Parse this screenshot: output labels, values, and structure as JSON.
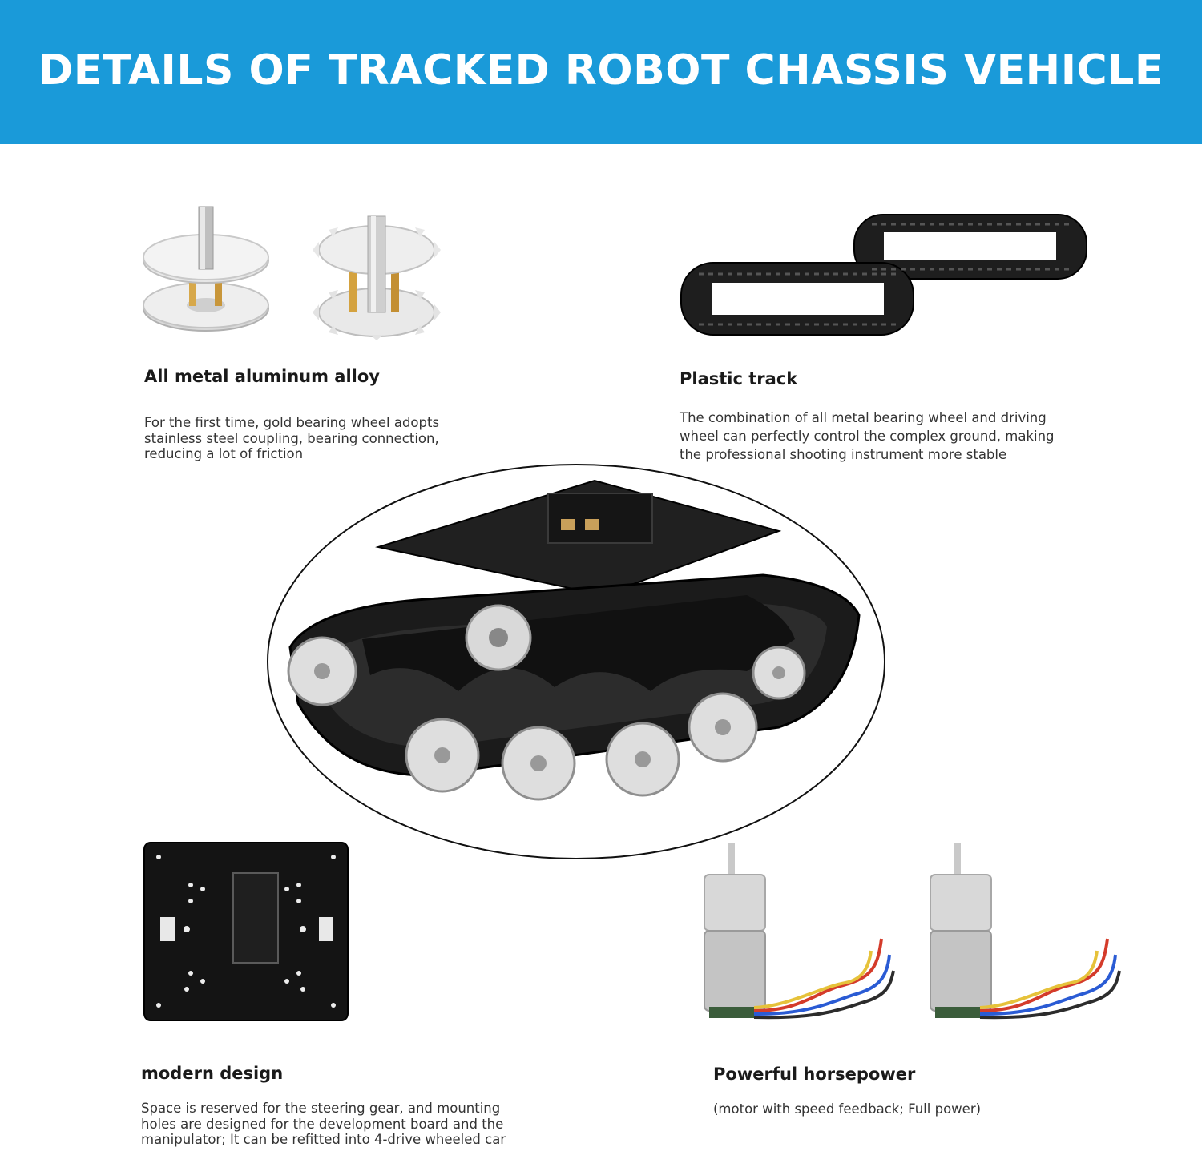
{
  "header": {
    "title": "DETAILS OF TRACKED ROBOT CHASSIS VEHICLE",
    "background": "#1a9ad9"
  },
  "features": [
    {
      "title": "All metal aluminum alloy",
      "desc_lines": [
        "For the first time, gold bearing wheel adopts",
        "stainless steel coupling, bearing connection,",
        "reducing a lot of friction"
      ],
      "image": "bearing-wheel-and-sprocket-photo"
    },
    {
      "title": "Plastic track",
      "desc_lines": [
        "The combination of all metal bearing wheel and driving",
        "wheel can perfectly control the complex ground, making",
        "the professional shooting instrument more stable"
      ],
      "image": "plastic-track-belts-photo"
    },
    {
      "title": "modern design",
      "desc_lines": [
        "Space is reserved for the steering gear, and mounting",
        "holes are designed for the development board and the",
        "manipulator; It can be refitted into 4-drive wheeled car"
      ],
      "image": "chassis-mounting-plate-photo"
    },
    {
      "title": "Powerful horsepower",
      "desc_lines": [
        "(motor with speed feedback; Full power)"
      ],
      "image": "geared-dc-motors-photo"
    }
  ],
  "center": {
    "image": "tracked-robot-chassis-photo"
  }
}
